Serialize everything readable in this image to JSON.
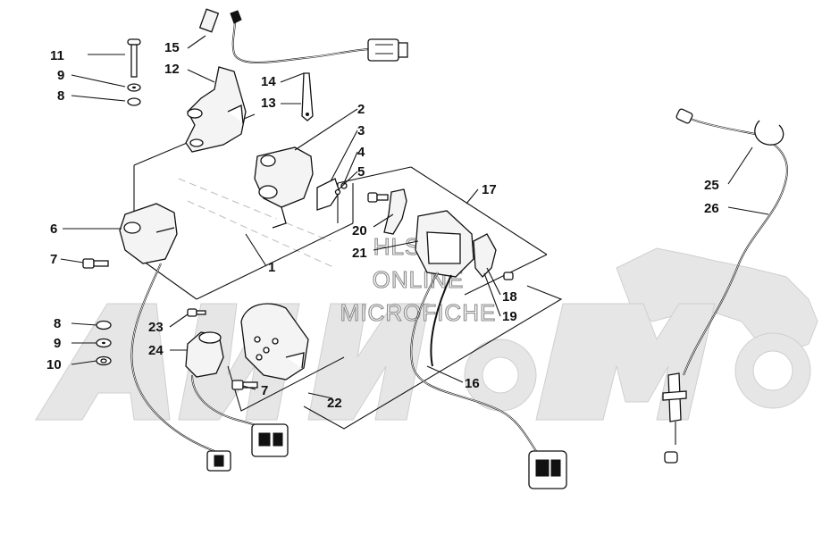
{
  "callouts": [
    {
      "id": "1",
      "label": "1"
    },
    {
      "id": "2",
      "label": "2"
    },
    {
      "id": "3",
      "label": "3"
    },
    {
      "id": "4",
      "label": "4"
    },
    {
      "id": "5",
      "label": "5"
    },
    {
      "id": "6",
      "label": "6"
    },
    {
      "id": "7a",
      "label": "7"
    },
    {
      "id": "7b",
      "label": "7"
    },
    {
      "id": "8a",
      "label": "8"
    },
    {
      "id": "8b",
      "label": "8"
    },
    {
      "id": "9a",
      "label": "9"
    },
    {
      "id": "9b",
      "label": "9"
    },
    {
      "id": "10",
      "label": "10"
    },
    {
      "id": "11",
      "label": "11"
    },
    {
      "id": "12",
      "label": "12"
    },
    {
      "id": "13",
      "label": "13"
    },
    {
      "id": "14",
      "label": "14"
    },
    {
      "id": "15",
      "label": "15"
    },
    {
      "id": "16",
      "label": "16"
    },
    {
      "id": "17",
      "label": "17"
    },
    {
      "id": "18",
      "label": "18"
    },
    {
      "id": "19",
      "label": "19"
    },
    {
      "id": "20",
      "label": "20"
    },
    {
      "id": "21",
      "label": "21"
    },
    {
      "id": "22",
      "label": "22"
    },
    {
      "id": "23",
      "label": "23"
    },
    {
      "id": "24",
      "label": "24"
    },
    {
      "id": "25",
      "label": "25"
    },
    {
      "id": "26",
      "label": "26"
    }
  ],
  "watermark": {
    "line1": "HLSM'S",
    "line2": "ONLINE",
    "line3": "MICROFICHE"
  },
  "colors": {
    "ink": "#111111",
    "watermark_outline": "#8a8a8a",
    "logo_fill": "#e6e6e6"
  }
}
